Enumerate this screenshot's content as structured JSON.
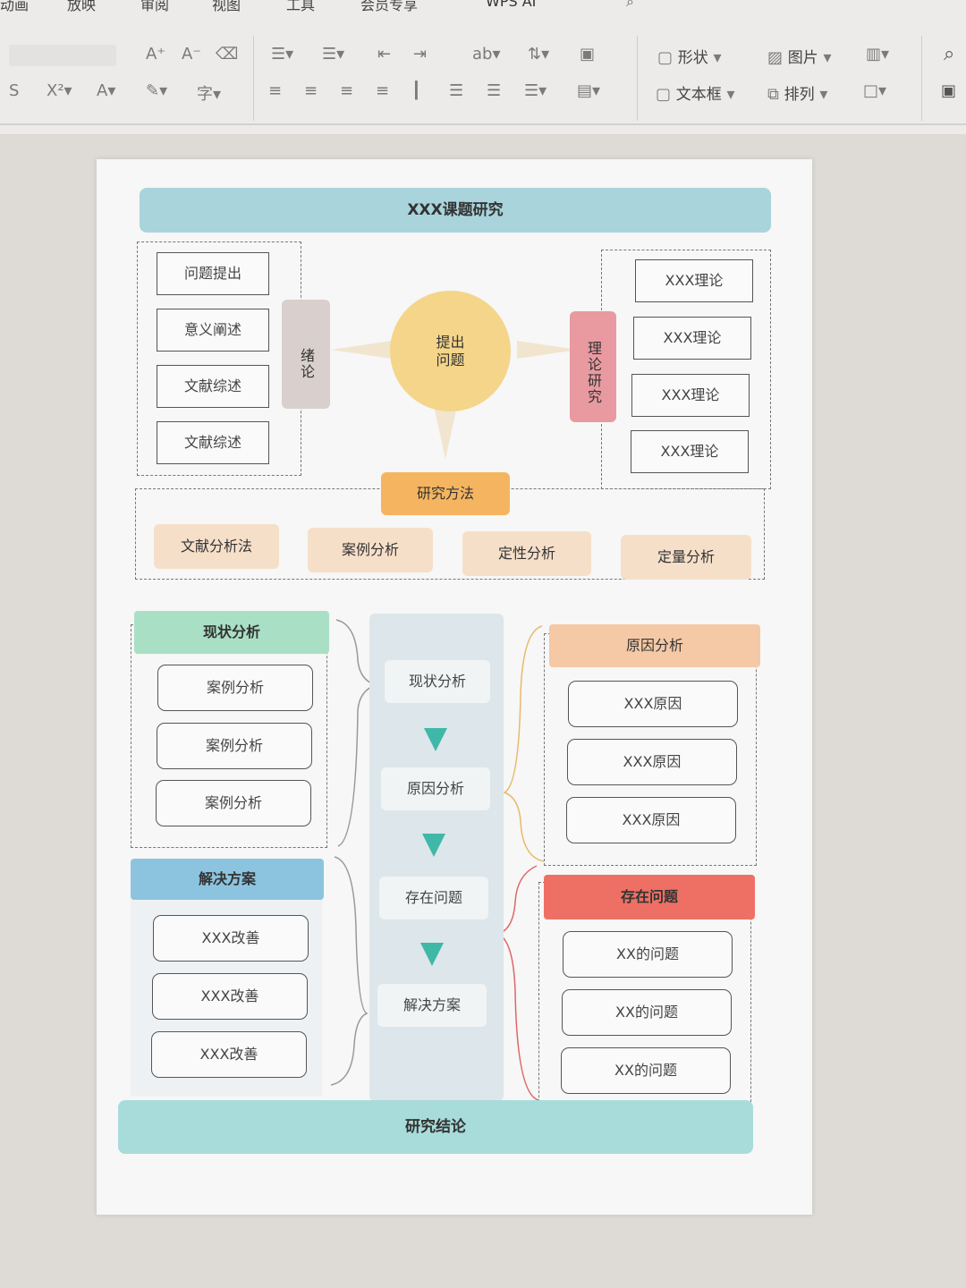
{
  "ribbon": {
    "menu_tabs": [
      "动画",
      "放映",
      "审阅",
      "视图",
      "工具",
      "会员专享",
      "WPS AI"
    ],
    "shapes_label": "形状",
    "picture_label": "图片",
    "textbox_label": "文本框",
    "arrange_label": "排列"
  },
  "document": {
    "title": "XXX课题研究",
    "intro": {
      "items": [
        "问题提出",
        "意义阐述",
        "文献综述",
        "文献综述"
      ],
      "label": "绪论"
    },
    "center": {
      "label": "提出问题"
    },
    "theory": {
      "label": "理论研究",
      "items": [
        "XXX理论",
        "XXX理论",
        "XXX理论",
        "XXX理论"
      ]
    },
    "methods": {
      "label": "研究方法",
      "items": [
        "文献分析法",
        "案例分析",
        "定性分析",
        "定量分析"
      ]
    },
    "status_panel": {
      "title": "现状分析",
      "items": [
        "案例分析",
        "案例分析",
        "案例分析"
      ]
    },
    "solution_panel": {
      "title": "解决方案",
      "items": [
        "XXX改善",
        "XXX改善",
        "XXX改善"
      ]
    },
    "flow": {
      "steps": [
        "现状分析",
        "原因分析",
        "存在问题",
        "解决方案"
      ]
    },
    "cause_panel": {
      "title": "原因分析",
      "items": [
        "XXX原因",
        "XXX原因",
        "XXX原因"
      ]
    },
    "problem_panel": {
      "title": "存在问题",
      "items": [
        "XX的问题",
        "XX的问题",
        "XX的问题"
      ]
    },
    "conclusion": "研究结论"
  },
  "colors": {
    "banner": "#a9d4dc",
    "intro_tag": "#d9cfcd",
    "center_circle": "#f4d58a",
    "theory_tag": "#e89aa0",
    "method_tag": "#f5b560",
    "method_item": "#f6dfc9",
    "status_head": "#a9e0c5",
    "solution_head": "#8cc4e0",
    "cause_head": "#f5c9a6",
    "problem_head": "#ee7064",
    "flow_arrow": "#3fb8a8"
  }
}
